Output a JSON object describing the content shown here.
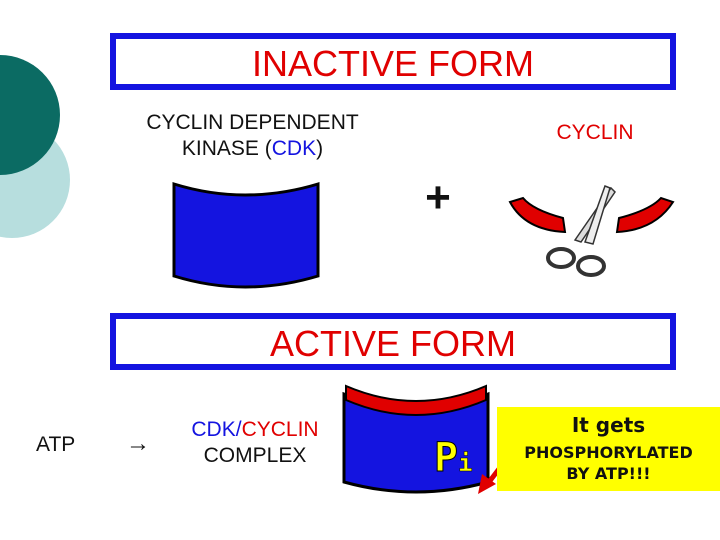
{
  "inactive": {
    "title": "INACTIVE FORM",
    "cdk_label_line1": "CYCLIN DEPENDENT",
    "cdk_label_line2_prefix": "KINASE (",
    "cdk_label_line2_abbr": "CDK",
    "cdk_label_line2_suffix": ")",
    "plus": "+",
    "cyclin_label": "CYCLIN"
  },
  "active": {
    "title": "ACTIVE FORM",
    "atp": "ATP",
    "arrow": "→",
    "complex_line1_cdk": "CDK/",
    "complex_line1_cyclin": "CYCLIN",
    "complex_line2": "COMPLEX",
    "pi_p": "P",
    "pi_i": "i",
    "callout_line1": "It gets",
    "callout_line2": "PHOSPHORYLATED",
    "callout_line3": "BY ATP!!!"
  },
  "colors": {
    "banner_blue": "#1414e0",
    "title_red": "#e00000",
    "cdk_blue": "#1414e0",
    "cyclin_red": "#e00000",
    "pi_yellow": "#ffff00",
    "callout_yellow": "#ffff00",
    "teal_dark": "#0b6b63",
    "teal_light": "#5fb3b3"
  },
  "icons": [
    "scissors-icon",
    "red-arrow-icon"
  ]
}
